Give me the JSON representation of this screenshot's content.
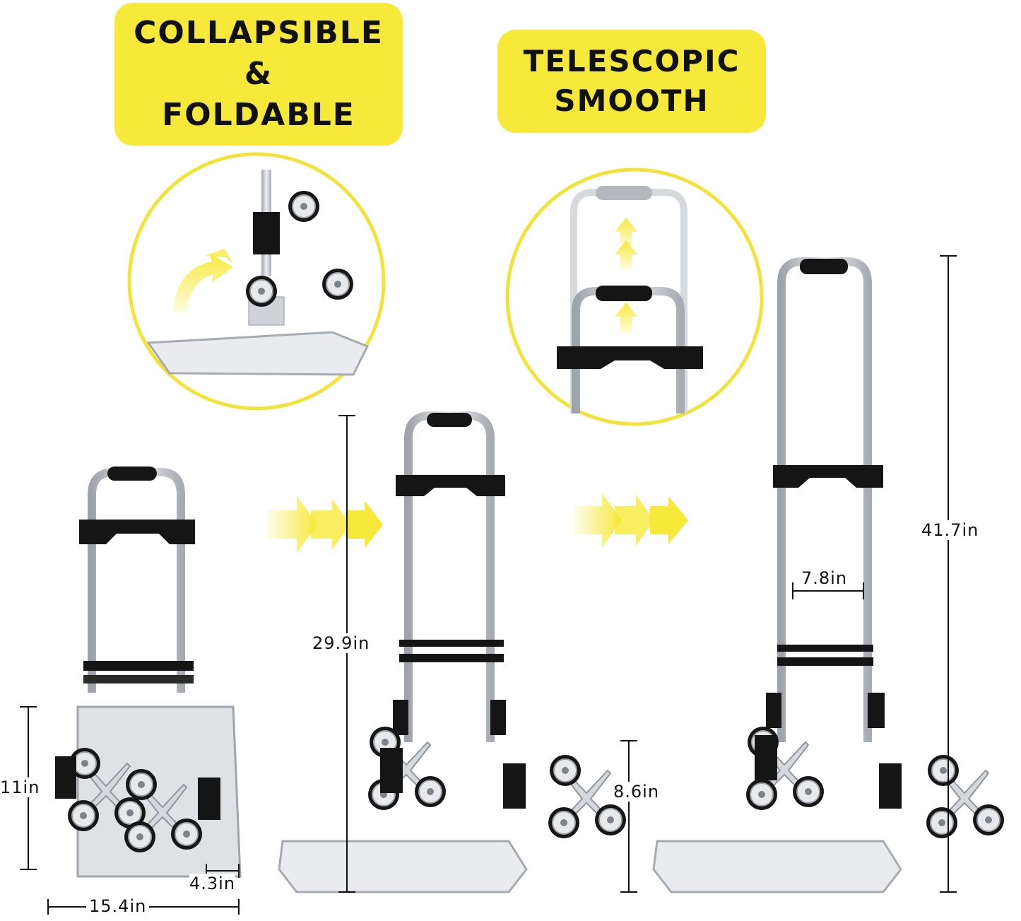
{
  "badges": {
    "left": {
      "lines": [
        "COLLAPSIBLE",
        "&",
        "FOLDABLE"
      ]
    },
    "right": {
      "lines": [
        "TELESCOPIC",
        "SMOOTH"
      ]
    }
  },
  "dimensions": {
    "folded_height": "11in",
    "folded_width": "15.4in",
    "folded_depth": "4.3in",
    "standard_height": "29.9in",
    "wheel_height": "8.6in",
    "extended_height": "41.7in",
    "handle_width": "7.8in"
  },
  "colors": {
    "accent_yellow": "#f7e93a",
    "circle_border": "#f2e33b",
    "frame_silver": "#c9cdd2",
    "bracket_black": "#151515"
  }
}
